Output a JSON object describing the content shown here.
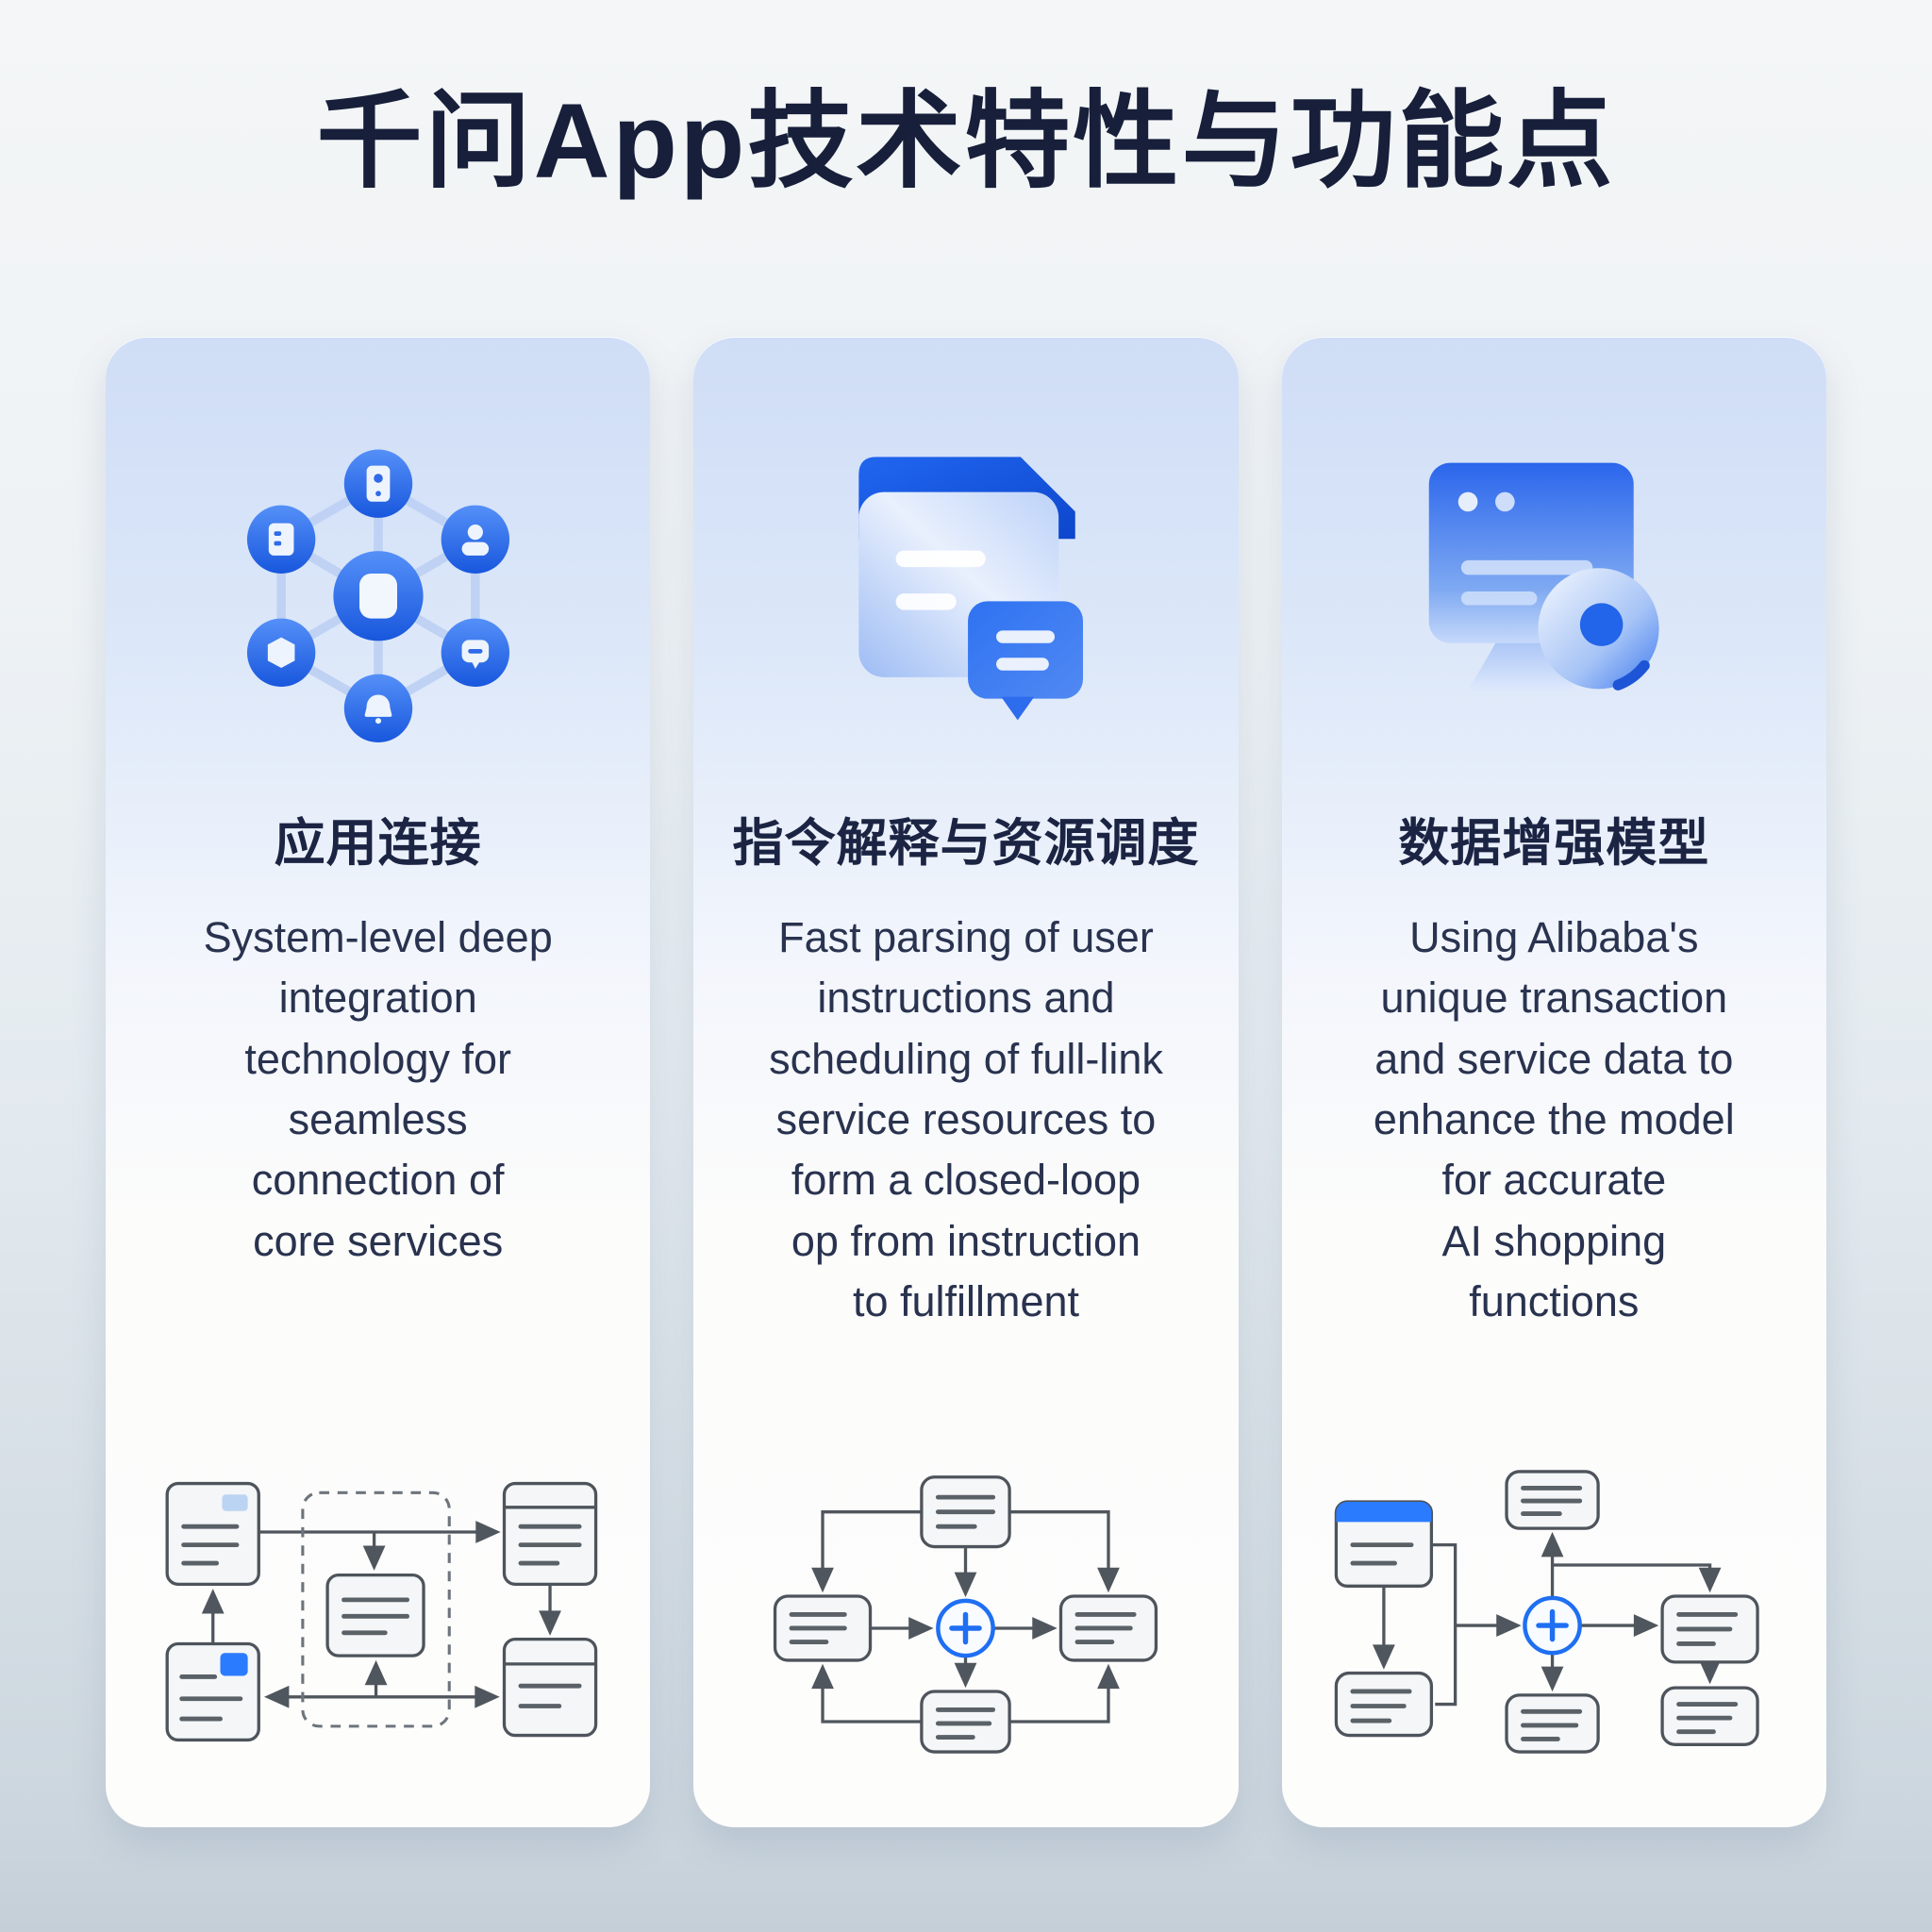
{
  "page": {
    "title": "千问App技术特性与功能点"
  },
  "colors": {
    "accent_blue": "#2b7bff",
    "icon_blue_dark": "#1b57dd",
    "icon_blue_light": "#bed1f4",
    "heading_text": "#1b2443",
    "body_text": "#29334f",
    "card_top": "#cfddf6",
    "background_bottom": "#ccd6de",
    "flow_stroke": "#50565d"
  },
  "cards": [
    {
      "heading": "应用连接",
      "icon": "network-nodes-icon",
      "diagram": "hub-flow-diagram",
      "description": "System-level deep\nintegration\ntechnology for\nseamless\nconnection of\ncore services"
    },
    {
      "heading": "指令解释与资源调度",
      "icon": "document-chat-icon",
      "diagram": "cross-flow-diagram",
      "description": "Fast parsing of user\ninstructions and\nscheduling of full-link\nservice resources to\nform a closed-loop\nop from instruction\nto fulfillment"
    },
    {
      "heading": "数据增强模型",
      "icon": "monitor-disc-icon",
      "diagram": "branch-flow-diagram",
      "description": "Using Alibaba's\nunique transaction\nand service data to\nenhance the model\nfor accurate\nAI shopping\nfunctions"
    }
  ]
}
